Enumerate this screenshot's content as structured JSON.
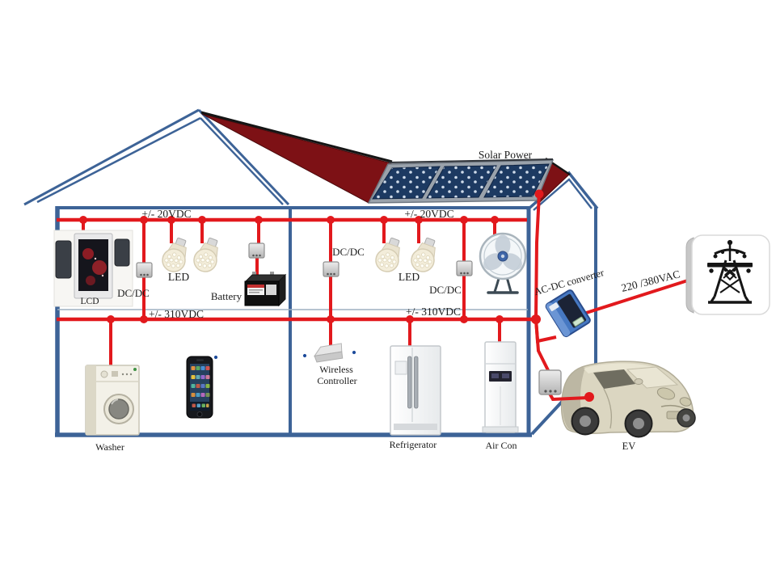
{
  "diagram_title": "Solar Power",
  "colors": {
    "wire_red": "#e2191d",
    "structure_blue": "#3d6397",
    "roof_dark_red": "#7d1115",
    "panel_navy": "#1d3a62",
    "label_black": "#1c1c1c"
  },
  "buses": {
    "upper_left_label": "+/- 20VDC",
    "upper_right_label": "+/- 20VDC",
    "lower_left_label": "+/- 310VDC",
    "lower_right_label": "+/- 310VDC"
  },
  "labels": {
    "solar_power": "Solar Power",
    "lcd": "LCD",
    "dcdc_left": "DC/DC",
    "led_left": "LED",
    "battery": "Battery",
    "dcdc_mid": "DC/DC",
    "led_mid": "LED",
    "dcdc_mid2": "DC/DC",
    "washer": "Washer",
    "wireless_controller_line1": "Wireless",
    "wireless_controller_line2": "Controller",
    "refrigerator": "Refrigerator",
    "air_con": "Air Con",
    "ev": "EV",
    "acdc_converter": "AC-DC converter",
    "ac_line_voltage": "220 /380VAC"
  }
}
